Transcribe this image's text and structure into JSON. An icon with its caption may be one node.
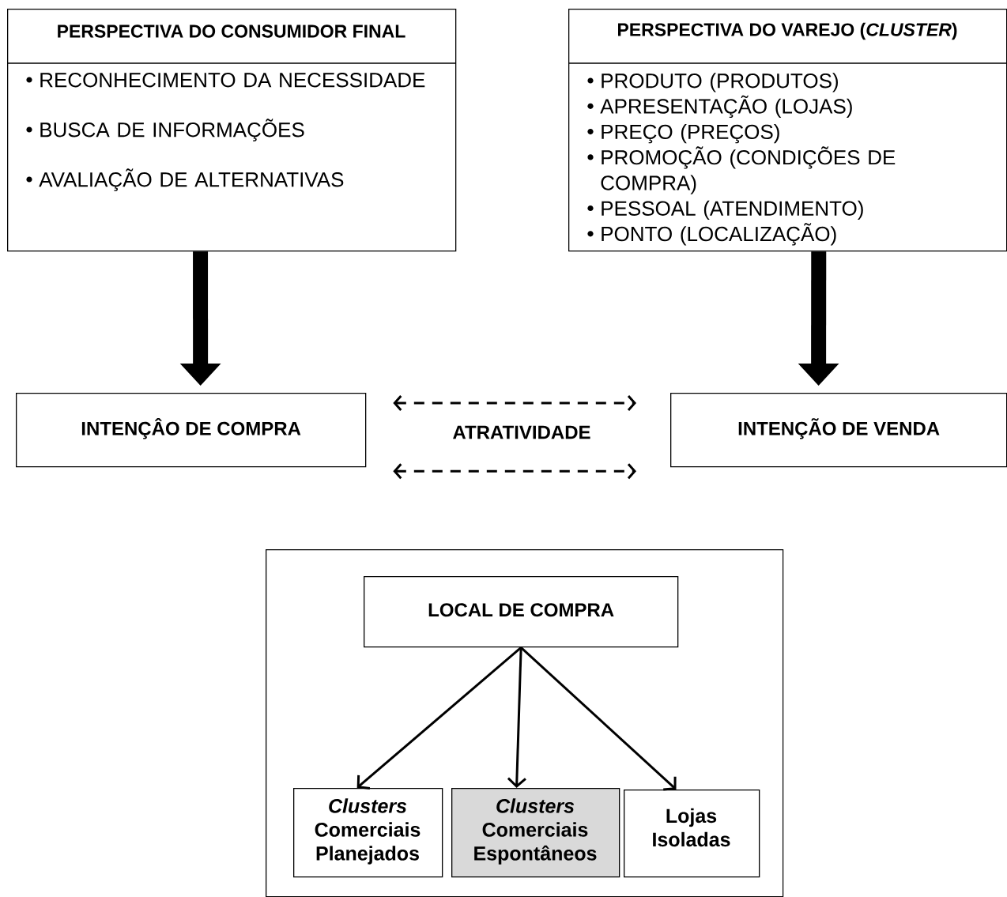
{
  "diagram": {
    "nodes": [
      {
        "text": [
          "PERSPECTIVA DO CONSUMIDOR FINAL",
          "RECONHECIMENTO DA NECESSIDADE",
          "BUSCA DE INFORMAÇÕES",
          "AVALIAÇÃO DE ALTERNATIVAS"
        ]
      },
      {
        "text": [
          "PERSPECTIVA DO VAREJO (*CLUSTER*)",
          "PRODUTO (PRODUTOS)",
          "APRESENTAÇÃO (LOJAS)",
          "PREÇO (PREÇOS)",
          "PROMOÇÃO (CONDIÇÕES DE COMPRA)",
          "PESSOAL (ATENDIMENTO)",
          "PONTO (LOCALIZAÇÃO)"
        ]
      },
      {
        "text": [
          "INTENÇÂO DE COMPRA"
        ]
      },
      {
        "text": [
          "INTENÇÃO DE VENDA"
        ]
      },
      {
        "text": [],
        "shape": "box"
      },
      {
        "text": [
          "LOCAL DE COMPRA"
        ],
        "in": 4
      },
      {
        "text": [
          "*Clusters* Comerciais Planejados"
        ],
        "in": 4
      },
      {
        "text": [
          "*Clusters* Comerciais Espontâneos"
        ],
        "in": 4
      },
      {
        "text": [
          "Lojas Isoladas"
        ],
        "in": 4
      }
    ],
    "edges": [
      {
        "from": 0,
        "to": 2,
        "arrow": "to",
        "style": "thick"
      },
      {
        "from": 1,
        "to": 3,
        "arrow": "to",
        "style": "thick"
      },
      {
        "from": 2,
        "to": 3,
        "arrow": "both",
        "style": "dashed"
      },
      {
        "from": 2,
        "to": 3,
        "arrow": "both",
        "style": "dashed"
      },
      {
        "from": 5,
        "to": 6,
        "arrow": "to"
      },
      {
        "from": 5,
        "to": 7,
        "arrow": "to"
      },
      {
        "from": 5,
        "to": 8,
        "arrow": "to"
      }
    ],
    "labels": [
      "ATRATIVIDADE"
    ]
  }
}
